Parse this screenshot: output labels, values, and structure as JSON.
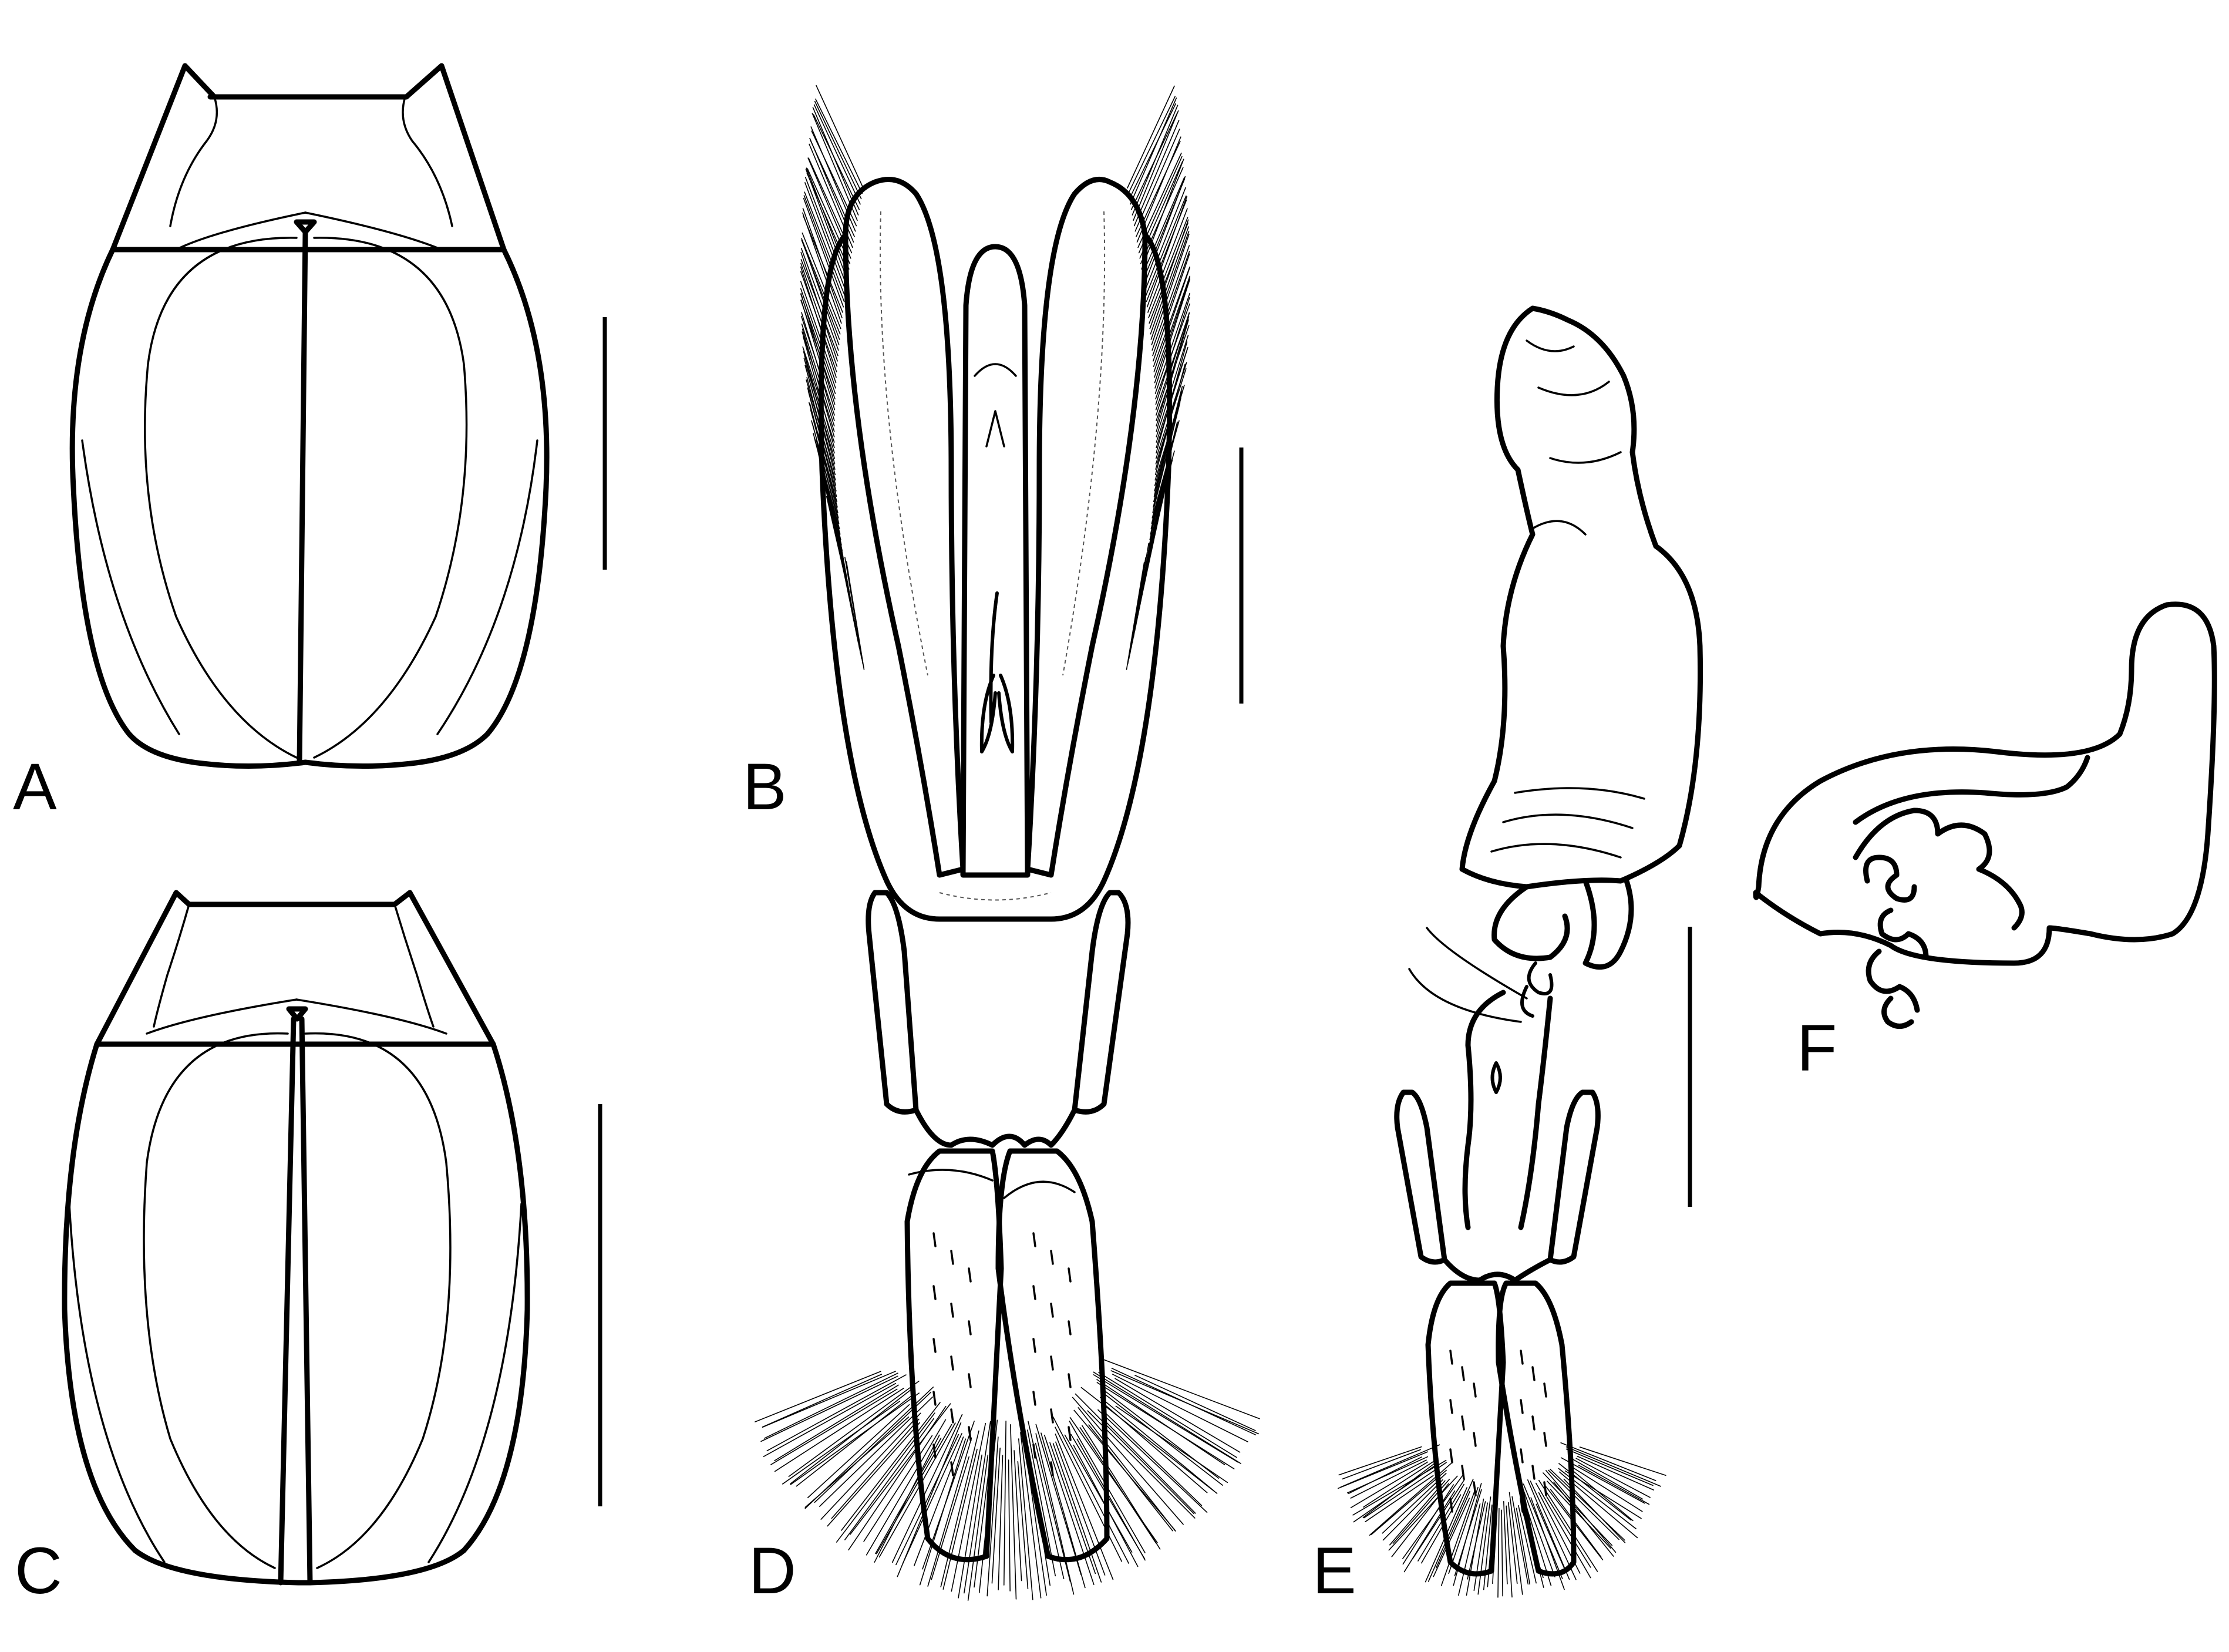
{
  "figure": {
    "background": "#ffffff",
    "ink": "#000000",
    "panels": [
      {
        "id": "A",
        "label": "A",
        "content": "habitus-dorsal-male"
      },
      {
        "id": "B",
        "label": "B",
        "content": "aedeagus-ventral"
      },
      {
        "id": "C",
        "label": "C",
        "content": "habitus-dorsal-female"
      },
      {
        "id": "D",
        "label": "D",
        "content": "female-genital-segment"
      },
      {
        "id": "E",
        "label": "E",
        "content": "female-genitalia-with-bursa"
      },
      {
        "id": "F",
        "label": "F",
        "content": "spermatheca"
      }
    ],
    "scale_bars": [
      "A",
      "B",
      "C",
      "E"
    ]
  }
}
